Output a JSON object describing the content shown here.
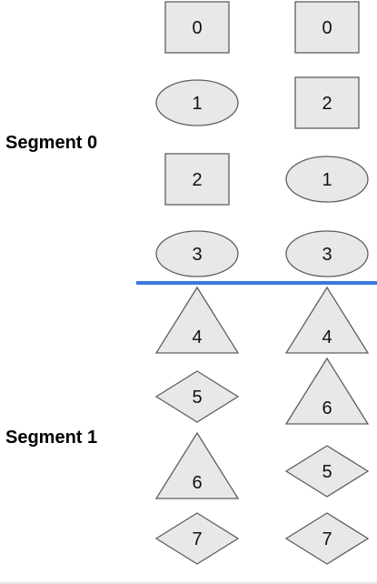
{
  "segments": [
    {
      "label": "Segment 0"
    },
    {
      "label": "Segment 1"
    }
  ],
  "colors": {
    "divider": "#3c78e0",
    "shape_fill": "#e8e8e8",
    "shape_stroke": "#5f5f5f",
    "bottom_rule": "#cccccc"
  },
  "columns": [
    {
      "name": "left",
      "nodes": [
        {
          "shape": "square",
          "label": "0"
        },
        {
          "shape": "ellipse",
          "label": "1"
        },
        {
          "shape": "square",
          "label": "2"
        },
        {
          "shape": "ellipse",
          "label": "3"
        },
        {
          "shape": "triangle",
          "label": "4"
        },
        {
          "shape": "diamond",
          "label": "5"
        },
        {
          "shape": "triangle",
          "label": "6"
        },
        {
          "shape": "diamond",
          "label": "7"
        }
      ]
    },
    {
      "name": "right",
      "nodes": [
        {
          "shape": "square",
          "label": "0"
        },
        {
          "shape": "square",
          "label": "2"
        },
        {
          "shape": "ellipse",
          "label": "1"
        },
        {
          "shape": "ellipse",
          "label": "3"
        },
        {
          "shape": "triangle",
          "label": "4"
        },
        {
          "shape": "triangle",
          "label": "6"
        },
        {
          "shape": "diamond",
          "label": "5"
        },
        {
          "shape": "diamond",
          "label": "7"
        }
      ]
    }
  ]
}
